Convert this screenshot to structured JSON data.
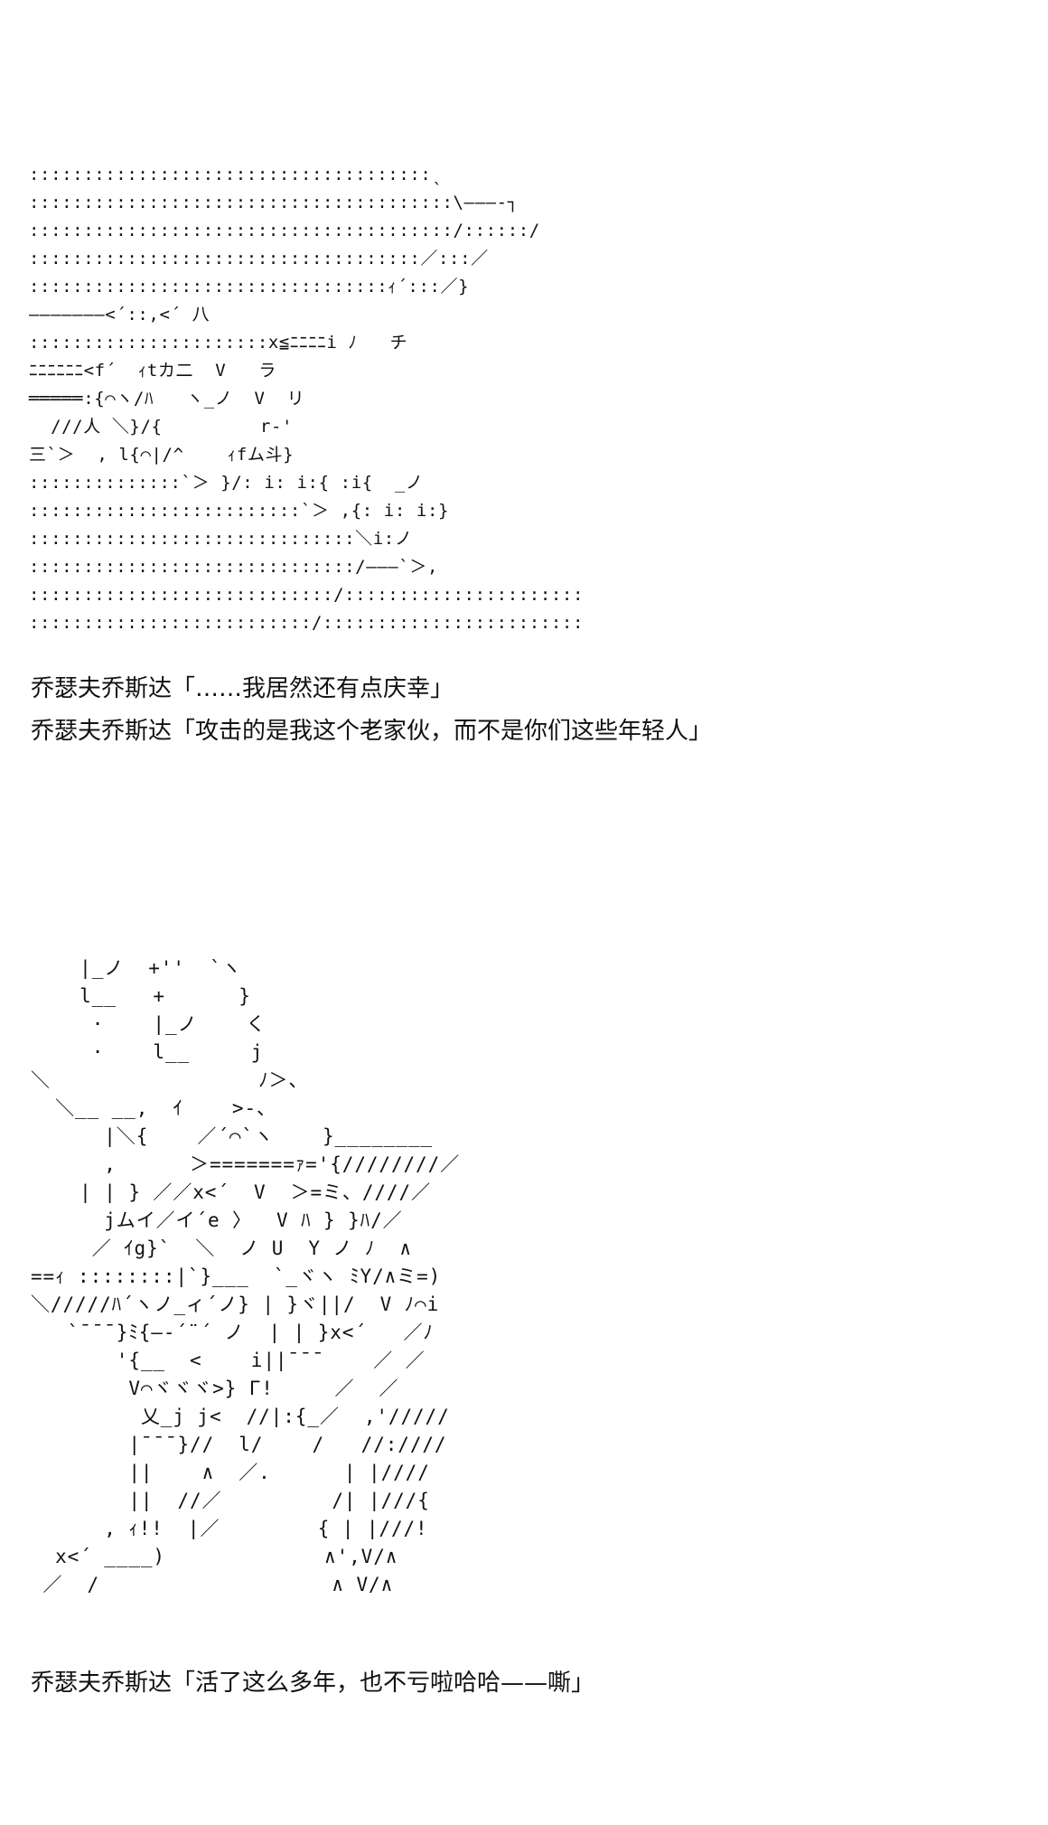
{
  "panel_1": {
    "ascii_art": ":::::::::::::::::::::::::::::::::::::ˎ\n:::::::::::::::::::::::::::::::::::::::\\———-┐\n:::::::::::::::::::::::::::::::::::::::/::::::/\n::::::::::::::::::::::::::::::::::::／:::／\n:::::::::::::::::::::::::::::::::ｨ´:::／}\n———————<´::,<´ 八\n::::::::::::::::::::::x≦ﾆﾆﾆﾆi ﾉ   チ\nﾆﾆﾆﾆﾆﾆ<f´  ｨtカ二  V   ラ\n═════:{⌒ヽ/ﾊ   ヽ_ノ  V  リ\n  ///人 ＼}/{         r-'\n三`＞  , l{⌒|/^    ｨfム斗}\n::::::::::::::`＞ }/: i: i:{ :i{  _ノ\n:::::::::::::::::::::::::`＞ ,{: i: i:}\n::::::::::::::::::::::::::::::＼i:ノ\n::::::::::::::::::::::::::::::/———`＞,\n::::::::::::::::::::::::::::/::::::::::::::::::::::\n::::::::::::::::::::::::::/::::::::::::::::::::::::",
    "dialogue": [
      {
        "speaker": "乔瑟夫乔斯达",
        "text": "「……我居然还有点庆幸」"
      },
      {
        "speaker": "乔瑟夫乔斯达",
        "text": "「攻击的是我这个老家伙，而不是你们这些年轻人」"
      }
    ]
  },
  "panel_2": {
    "ascii_art": "    |_ノ  +''  `ヽ\n    l__   +      }\n     ·    |_ノ    く\n     ·    l__     j\n＼                 ﾉ＞、\n  ＼__ __,  ｲ    >-、\n      |＼{    ／´⌒`ヽ    }________\n      ,      ＞=======ｧ='{////////／\n    | | } ／／x<´  V  ＞=ミ、////／\n      jムイ／イ´e 〉  V ﾊ } }ﾊ/／\n     ／ ｲg}`  ＼  ノ U  Y ノ ﾉ  ∧\n==ｨ ::::::::|`}___  `_ヾヽ ﾐY/∧ミ=)\n＼/////ﾊ´ヽノ_ィ´ノ} | }ヾ||/  V ﾉ⌒i\n   `¯¯¯}ﾐ{—‐´¨´ ノ  | | }x<´   ／ﾉ\n       '{__  <    i||¯¯¯    ／ ／\n        V⌒ヾヾヾ>} Γ!     ／  ／\n         乂_j j<  //|:{_／  ,'/////\n        |¯¯¯}//  l/    /   //:////\n        ||    ∧  ／.      | |////\n        ||  //／         /| |///{\n      , ｨ!!  |／        { | |///!\n  x<´ ____)             ∧',V/∧\n ／  /                   ∧ V/∧",
    "dialogue": [
      {
        "speaker": "乔瑟夫乔斯达",
        "text": "「活了这么多年，也不亏啦哈哈——嘶」"
      }
    ]
  }
}
